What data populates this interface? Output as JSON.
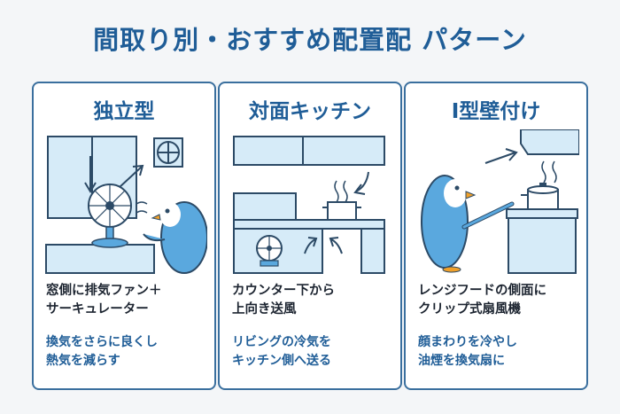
{
  "title": "間取り別・おすすめ配置配 パターン",
  "cards": [
    {
      "heading": "独立型",
      "desc": [
        "窓側に排気ファン＋",
        "サーキュレーター"
      ],
      "sub": [
        "換気をさらに良くし",
        "熱気を減らす"
      ]
    },
    {
      "heading": "対面キッチン",
      "desc": [
        "カウンター下から",
        "上向き送風"
      ],
      "sub": [
        "リビングの冷気を",
        "キッチン側へ送る"
      ]
    },
    {
      "heading": "I型壁付け",
      "desc": [
        "レンジフードの側面に",
        "クリップ式扇風機"
      ],
      "sub": [
        "顔まわりを冷やし",
        "油煙を換気扇に"
      ]
    }
  ],
  "colors": {
    "accent": "#1f5d97",
    "light_blue": "#d6ebf8",
    "penguin": "#5aa8de",
    "outline": "#2c4a66"
  }
}
